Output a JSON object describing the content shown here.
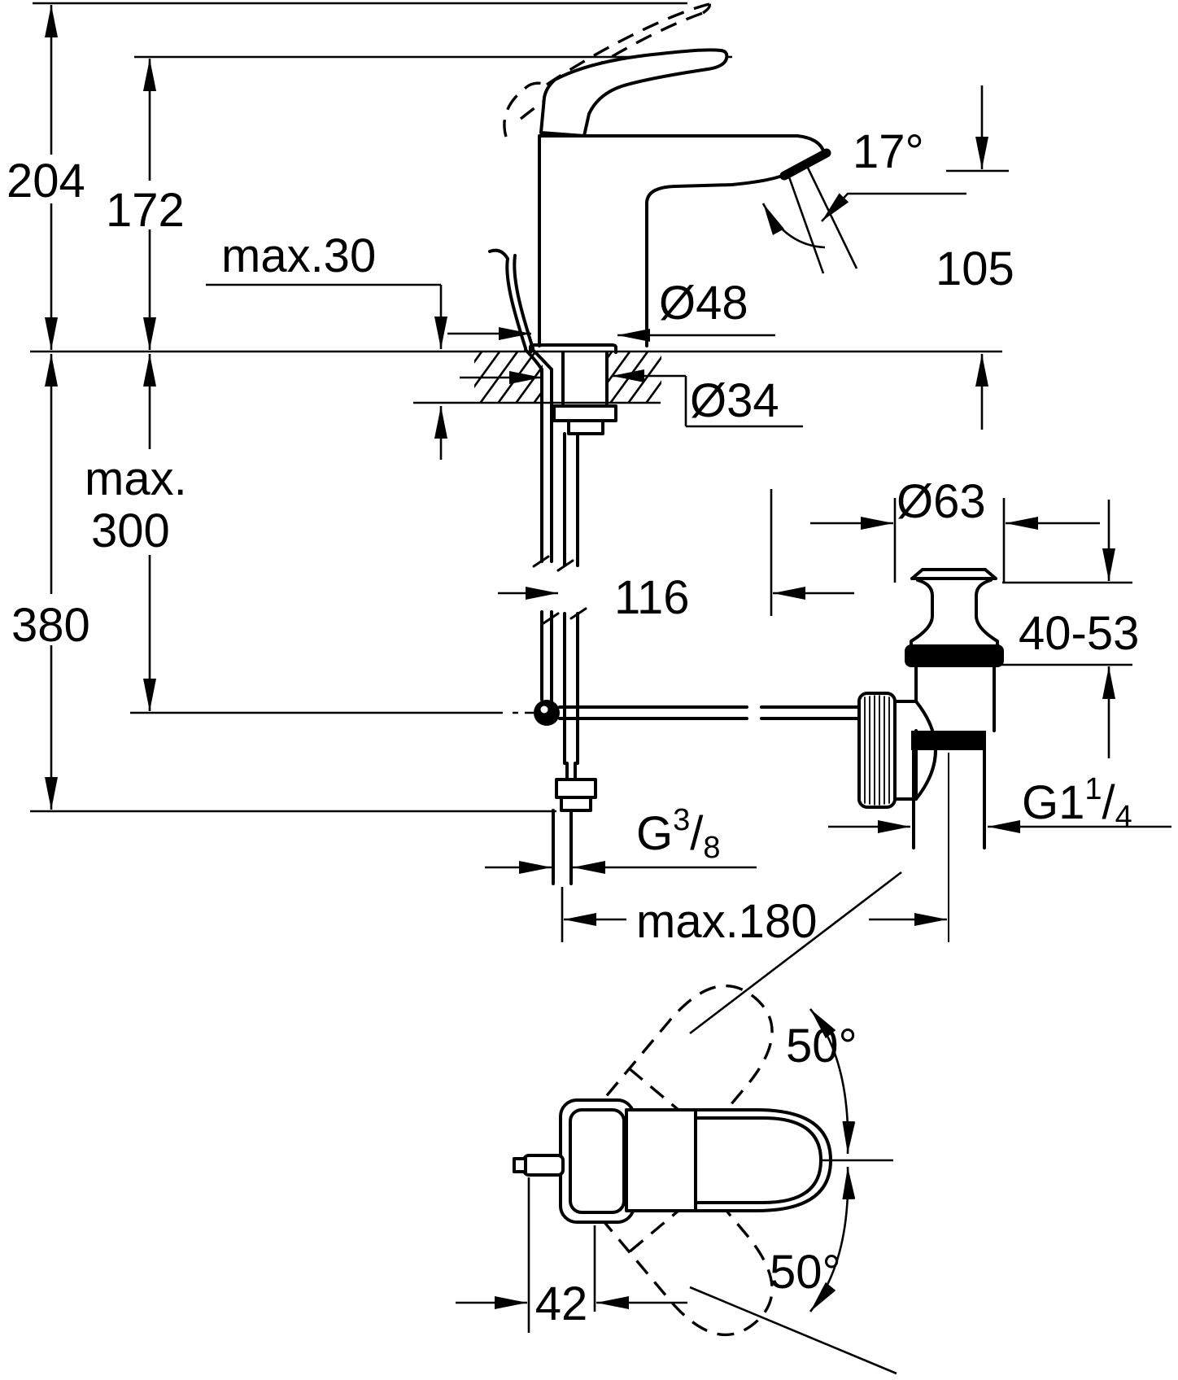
{
  "app": {
    "type": "technical-dimension-drawing",
    "subject": "single-lever basin mixer with pop-up waste set",
    "background": "#ffffff",
    "line_color": "#000000"
  },
  "dimensions": {
    "total_height": "204",
    "body_height": "172",
    "deck_thickness_max": "max.30",
    "base_diameter": "Ø48",
    "mounting_hole_diameter": "Ø34",
    "spout_angle": "17°",
    "spout_height": "105",
    "hose_depth_max_line1": "max.",
    "hose_depth_max_line2": "300",
    "overall_depth": "380",
    "spout_reach": "116",
    "waste_flange_diameter": "Ø63",
    "waste_adjust_range": "40-53",
    "waste_thread_main": "G1",
    "waste_thread_numerator": "1",
    "waste_thread_slash": "/",
    "waste_thread_denominator": "4",
    "supply_thread_main": "G",
    "supply_thread_numerator": "3",
    "supply_thread_slash": "/",
    "supply_thread_denominator": "8",
    "rod_length_max": "max.180",
    "handle_swivel_up": "50°",
    "handle_swivel_down": "50°",
    "handle_pin_offset": "42"
  }
}
